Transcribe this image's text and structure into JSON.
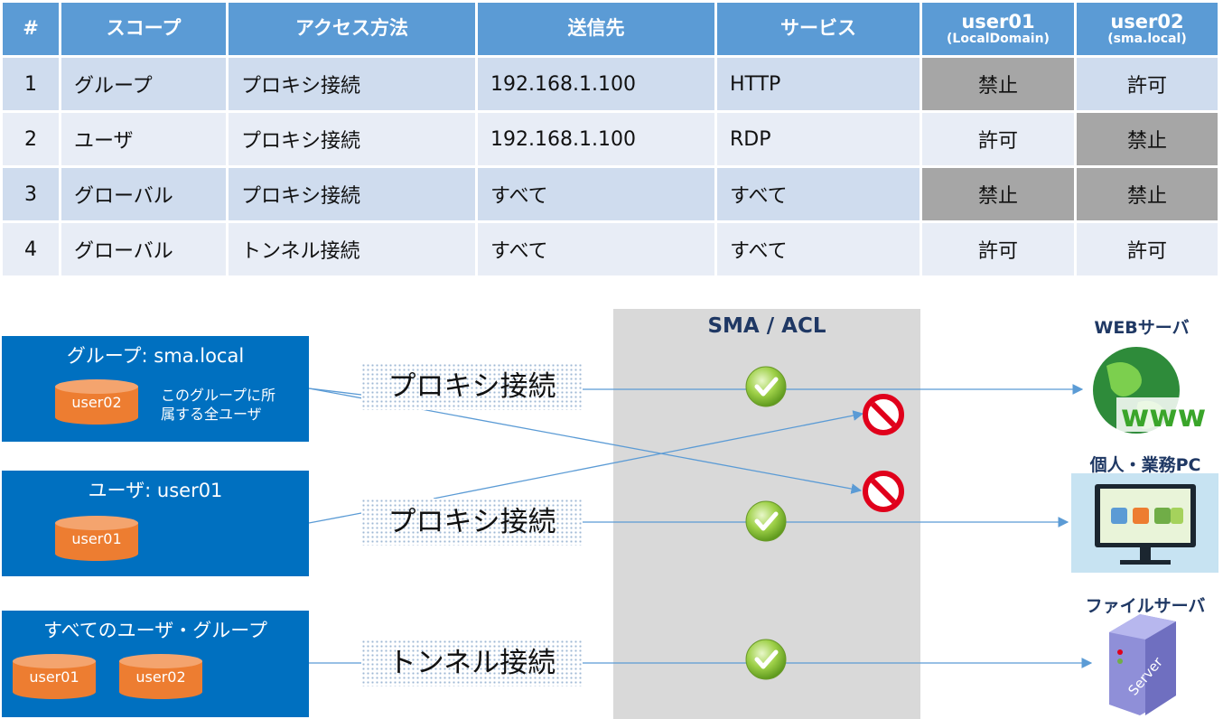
{
  "table": {
    "headers": {
      "num": "#",
      "scope": "スコープ",
      "method": "アクセス方法",
      "dest": "送信先",
      "service": "サービス",
      "user01": "user01",
      "user01_sub": "(LocalDomain)",
      "user02": "user02",
      "user02_sub": "(sma.local)"
    },
    "rows": [
      {
        "num": "1",
        "scope": "グループ",
        "method": "プロキシ接続",
        "dest": "192.168.1.100",
        "service": "HTTP",
        "user01": "禁止",
        "user02": "許可"
      },
      {
        "num": "2",
        "scope": "ユーザ",
        "method": "プロキシ接続",
        "dest": "192.168.1.100",
        "service": "RDP",
        "user01": "許可",
        "user02": "禁止"
      },
      {
        "num": "3",
        "scope": "グローバル",
        "method": "プロキシ接続",
        "dest": "すべて",
        "service": "すべて",
        "user01": "禁止",
        "user02": "禁止"
      },
      {
        "num": "4",
        "scope": "グローバル",
        "method": "トンネル接続",
        "dest": "すべて",
        "service": "すべて",
        "user01": "許可",
        "user02": "許可"
      }
    ]
  },
  "diagram": {
    "acl_title": "SMA / ACL",
    "sources": {
      "group": {
        "title": "グループ: sma.local",
        "user": "user02",
        "note_line1": "このグループに所",
        "note_line2": "属する全ユーザ"
      },
      "user": {
        "title": "ユーザ: user01",
        "user": "user01"
      },
      "all": {
        "title": "すべてのユーザ・グループ",
        "user_a": "user01",
        "user_b": "user02"
      }
    },
    "connections": {
      "proxy1": "プロキシ接続",
      "proxy2": "プロキシ接続",
      "tunnel": "トンネル接続"
    },
    "destinations": {
      "web": "WEBサーバ",
      "pc": "個人・業務PC",
      "file": "ファイルサーバ",
      "server_label": "Server",
      "www_label": "www"
    },
    "colors": {
      "header": "#5b9bd5",
      "source_box": "#0070c0",
      "cylinder": "#ed7d31",
      "deny_cell": "#a6a6a6",
      "line": "#5b9bd5",
      "allow_icon": "#8cc63f",
      "deny_icon": "#e0001b"
    }
  }
}
